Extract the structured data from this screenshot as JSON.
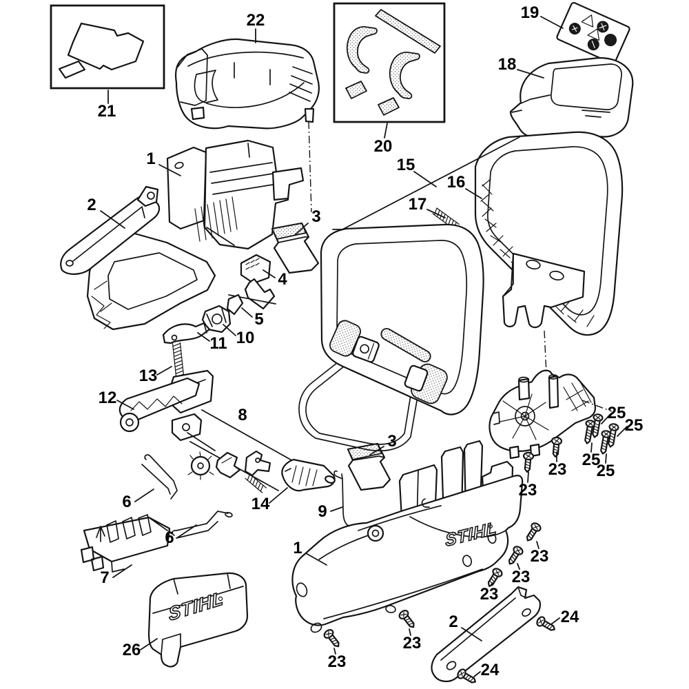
{
  "figure": {
    "background": "#ffffff",
    "line_color": "#141414",
    "type": "exploded-parts-diagram"
  },
  "logos": {
    "housing_logo": "STIHL",
    "carton_logo": "STIHL"
  },
  "callouts": [
    {
      "id": "c22",
      "label": "22"
    },
    {
      "id": "c21",
      "label": "21"
    },
    {
      "id": "c20",
      "label": "20"
    },
    {
      "id": "c19",
      "label": "19"
    },
    {
      "id": "c18",
      "label": "18"
    },
    {
      "id": "c15",
      "label": "15"
    },
    {
      "id": "c16",
      "label": "16"
    },
    {
      "id": "c17",
      "label": "17"
    },
    {
      "id": "c1a",
      "label": "1"
    },
    {
      "id": "c2a",
      "label": "2"
    },
    {
      "id": "c3a",
      "label": "3"
    },
    {
      "id": "c4",
      "label": "4"
    },
    {
      "id": "c5",
      "label": "5"
    },
    {
      "id": "c10",
      "label": "10"
    },
    {
      "id": "c11",
      "label": "11"
    },
    {
      "id": "c13",
      "label": "13"
    },
    {
      "id": "c12",
      "label": "12"
    },
    {
      "id": "c8",
      "label": "8"
    },
    {
      "id": "c6a",
      "label": "6"
    },
    {
      "id": "c6b",
      "label": "6"
    },
    {
      "id": "c7",
      "label": "7"
    },
    {
      "id": "c14",
      "label": "14"
    },
    {
      "id": "c9",
      "label": "9"
    },
    {
      "id": "c3b",
      "label": "3"
    },
    {
      "id": "c1b",
      "label": "1"
    },
    {
      "id": "c26",
      "label": "26"
    },
    {
      "id": "c2b",
      "label": "2"
    },
    {
      "id": "c23_1",
      "label": "23"
    },
    {
      "id": "c23_2",
      "label": "23"
    },
    {
      "id": "c23_3",
      "label": "23"
    },
    {
      "id": "c23_4",
      "label": "23"
    },
    {
      "id": "c23_5",
      "label": "23"
    },
    {
      "id": "c23_6",
      "label": "23"
    },
    {
      "id": "c23_7",
      "label": "23"
    },
    {
      "id": "c25_1",
      "label": "25"
    },
    {
      "id": "c25_2",
      "label": "25"
    },
    {
      "id": "c25_3",
      "label": "25"
    },
    {
      "id": "c25_4",
      "label": "25"
    },
    {
      "id": "c24_1",
      "label": "24"
    },
    {
      "id": "c24_2",
      "label": "24"
    }
  ]
}
